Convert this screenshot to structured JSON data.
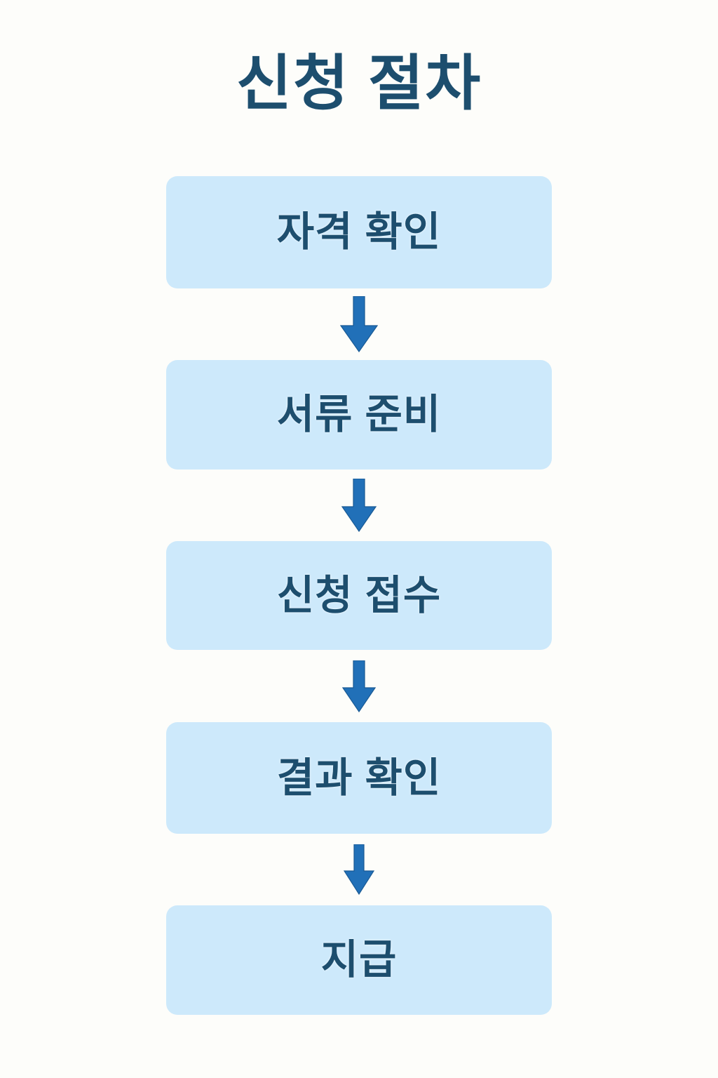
{
  "page": {
    "background_color": "#fdfdfa",
    "language": "ko"
  },
  "title": {
    "text": "신청 절차",
    "color": "#1d4e6e"
  },
  "theme": {
    "node_fill": "#cde9fb",
    "node_text": "#1d4e6e",
    "arrow_color": "#2170b8",
    "arrow_outline": "#1a5a94"
  },
  "flowchart": {
    "type": "vertical-flow",
    "direction": "top-to-bottom",
    "node_count": 5,
    "connector_count": 4,
    "nodes": [
      {
        "id": "step-1",
        "label": "자격 확인",
        "step": 1
      },
      {
        "id": "step-2",
        "label": "서류 준비",
        "step": 2
      },
      {
        "id": "step-3",
        "label": "신청 접수",
        "step": 3
      },
      {
        "id": "step-4",
        "label": "결과 확인",
        "step": 4
      },
      {
        "id": "step-5",
        "label": "지급",
        "step": 5
      }
    ],
    "connectors": [
      {
        "from": "step-1",
        "to": "step-2",
        "glyph": "arrow-down"
      },
      {
        "from": "step-2",
        "to": "step-3",
        "glyph": "arrow-down"
      },
      {
        "from": "step-3",
        "to": "step-4",
        "glyph": "arrow-down"
      },
      {
        "from": "step-4",
        "to": "step-5",
        "glyph": "arrow-down"
      }
    ]
  }
}
